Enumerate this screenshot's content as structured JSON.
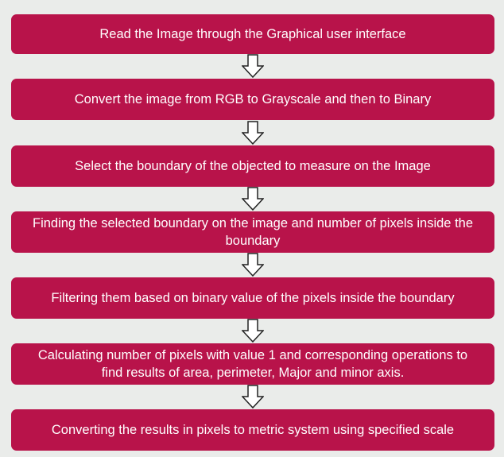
{
  "flowchart": {
    "steps": [
      {
        "label": "Read the Image through the Graphical user interface"
      },
      {
        "label": "Convert the image from RGB to Grayscale and then to Binary"
      },
      {
        "label": "Select the boundary of the objected to measure on the Image"
      },
      {
        "label": "Finding the selected boundary on the image and number of pixels inside the boundary"
      },
      {
        "label": "Filtering them based on binary value of the pixels inside the boundary"
      },
      {
        "label": "Calculating number of pixels with value 1 and corresponding operations to find results of area, perimeter, Major and minor axis."
      },
      {
        "label": "Converting the results in pixels to metric system using specified scale"
      }
    ],
    "connector_icon": "down-arrow-icon",
    "colors": {
      "step_fill": "#b8134a",
      "step_text": "#ffffff",
      "background": "#eaecea",
      "arrow_stroke": "#222222",
      "arrow_fill": "#ffffff"
    }
  }
}
